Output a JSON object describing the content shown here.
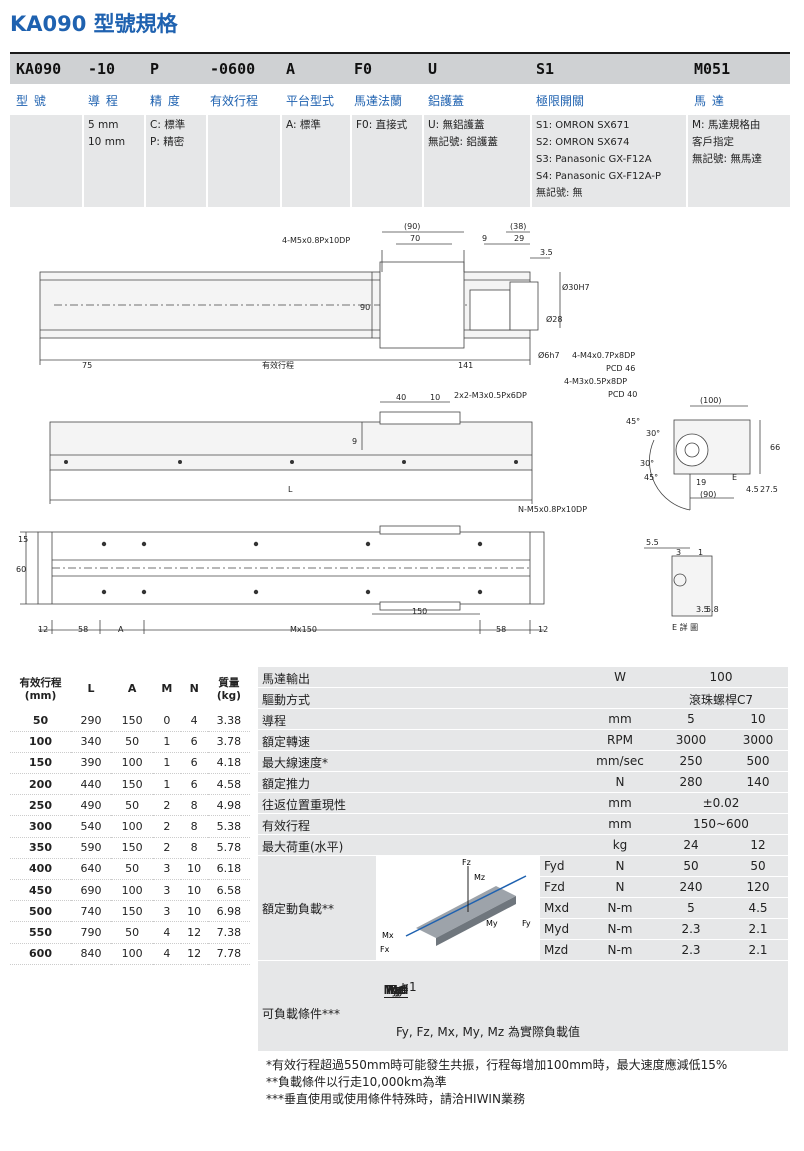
{
  "title": "KA090 型號規格",
  "codes": [
    "KA090",
    "-10",
    "P",
    "-0600",
    "A",
    "F0",
    "U",
    "S1",
    "M051"
  ],
  "labels": [
    "型 號",
    "導 程",
    "精 度",
    "有效行程",
    "平台型式",
    "馬達法蘭",
    "鋁護蓋",
    "極限開關",
    "馬 達"
  ],
  "options": {
    "lead": [
      "5 mm",
      "10 mm"
    ],
    "precision": [
      "C: 標準",
      "P: 精密"
    ],
    "platform": [
      "A: 標準"
    ],
    "flange": [
      "F0: 直接式"
    ],
    "cover": [
      "U: 無鋁護蓋",
      "無記號: 鋁護蓋"
    ],
    "limit": [
      "S1: OMRON SX671",
      "S2: OMRON SX674",
      "S3: Panasonic GX-F12A",
      "S4: Panasonic GX-F12A-P",
      "無記號: 無"
    ],
    "motor": [
      "M: 馬達規格由",
      "客戶指定",
      "無記號: 無馬達"
    ]
  },
  "drawing": {
    "top": {
      "d90": "(90)",
      "d70": "70",
      "d38": "(38)",
      "d9": "9",
      "d29": "29",
      "d35": "3.5",
      "m5": "4-M5x0.8Px10DP",
      "d90v": "90",
      "d30": "Ø30H7",
      "d28": "Ø28",
      "d6": "Ø6h7",
      "d75": "75",
      "stroke": "有效行程",
      "d141": "141"
    },
    "side": {
      "d40": "40",
      "d10": "10",
      "m3": "2x2-M3x0.5Px6DP",
      "d9": "9",
      "L": "L"
    },
    "end": {
      "m4": "4-M4x0.7Px8DP",
      "pcd46": "PCD 46",
      "m3": "4-M3x0.5Px8DP",
      "pcd40": "PCD 40",
      "d100": "(100)",
      "a45a": "45°",
      "a30": "30°",
      "a30b": "30°",
      "a45b": "45°",
      "d19": "19",
      "dE": "E",
      "d90": "(90)",
      "d66": "66",
      "d45": "4.5",
      "d275": "27.5"
    },
    "bottom": {
      "m5": "N-M5x0.8Px10DP",
      "d15": "15",
      "d60": "60",
      "d150": "150",
      "d12a": "12",
      "d58a": "58",
      "dA": "A",
      "mx": "Mx150",
      "d58b": "58",
      "d12b": "12"
    },
    "detail": {
      "d55": "5.5",
      "d3": "3",
      "d1": "1",
      "d35": "3.5",
      "d58": "5.8",
      "cap": "E 詳 圖"
    }
  },
  "left_table": {
    "headers": [
      "有效行程\n(mm)",
      "L",
      "A",
      "M",
      "N",
      "質量\n(kg)"
    ],
    "rows": [
      [
        "50",
        "290",
        "150",
        "0",
        "4",
        "3.38"
      ],
      [
        "100",
        "340",
        "50",
        "1",
        "6",
        "3.78"
      ],
      [
        "150",
        "390",
        "100",
        "1",
        "6",
        "4.18"
      ],
      [
        "200",
        "440",
        "150",
        "1",
        "6",
        "4.58"
      ],
      [
        "250",
        "490",
        "50",
        "2",
        "8",
        "4.98"
      ],
      [
        "300",
        "540",
        "100",
        "2",
        "8",
        "5.38"
      ],
      [
        "350",
        "590",
        "150",
        "2",
        "8",
        "5.78"
      ],
      [
        "400",
        "640",
        "50",
        "3",
        "10",
        "6.18"
      ],
      [
        "450",
        "690",
        "100",
        "3",
        "10",
        "6.58"
      ],
      [
        "500",
        "740",
        "150",
        "3",
        "10",
        "6.98"
      ],
      [
        "550",
        "790",
        "50",
        "4",
        "12",
        "7.38"
      ],
      [
        "600",
        "840",
        "100",
        "4",
        "12",
        "7.78"
      ]
    ]
  },
  "right_table": {
    "rows": [
      {
        "name": "馬達輸出",
        "unit": "W",
        "v1": "100",
        "v2": ""
      },
      {
        "name": "驅動方式",
        "unit": "",
        "v1": "滾珠螺桿C7",
        "v2": ""
      },
      {
        "name": "導程",
        "unit": "mm",
        "v1": "5",
        "v2": "10"
      },
      {
        "name": "額定轉速",
        "unit": "RPM",
        "v1": "3000",
        "v2": "3000"
      },
      {
        "name": "最大線速度*",
        "unit": "mm/sec",
        "v1": "250",
        "v2": "500"
      },
      {
        "name": "額定推力",
        "unit": "N",
        "v1": "280",
        "v2": "140"
      },
      {
        "name": "往返位置重現性",
        "unit": "mm",
        "v1": "±0.02",
        "v2": ""
      },
      {
        "name": "有效行程",
        "unit": "mm",
        "v1": "150~600",
        "v2": ""
      },
      {
        "name": "最大荷重(水平)",
        "unit": "kg",
        "v1": "24",
        "v2": "12"
      }
    ],
    "load_name": "額定動負載**",
    "load_rows": [
      {
        "sym": "Fyd",
        "unit": "N",
        "v1": "50",
        "v2": "50"
      },
      {
        "sym": "Fzd",
        "unit": "N",
        "v1": "240",
        "v2": "120"
      },
      {
        "sym": "Mxd",
        "unit": "N-m",
        "v1": "5",
        "v2": "4.5"
      },
      {
        "sym": "Myd",
        "unit": "N-m",
        "v1": "2.3",
        "v2": "2.1"
      },
      {
        "sym": "Mzd",
        "unit": "N-m",
        "v1": "2.3",
        "v2": "2.1"
      }
    ],
    "axes": {
      "fz": "Fz",
      "mz": "Mz",
      "mx": "Mx",
      "fx": "Fx",
      "my": "My",
      "fy": "Fy"
    },
    "cond_name": "可負載條件***",
    "formula": {
      "num": [
        "Fy",
        "Fz",
        "Mx",
        "My",
        "Mz"
      ],
      "den": [
        "Fyd",
        "Fzd",
        "Mxd",
        "Myd",
        "Mzd"
      ],
      "rhs": "≤1",
      "note": "Fy, Fz, Mx, My, Mz 為實際負載值"
    }
  },
  "footnotes": [
    "*有效行程超過550mm時可能發生共振，行程每增加100mm時，最大速度應減低15%",
    "**負載條件以行走10,000km為準",
    "***垂直使用或使用條件特殊時，請洽HIWIN業務"
  ]
}
